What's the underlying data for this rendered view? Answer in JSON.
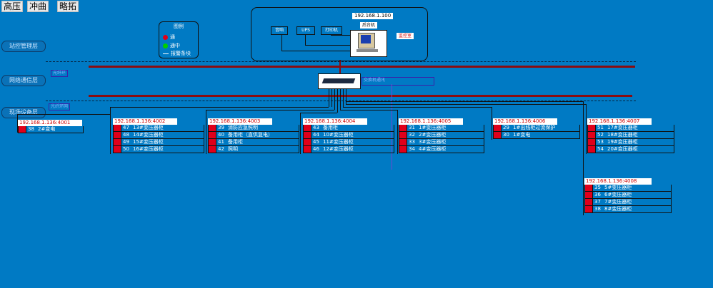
{
  "toolbar": {
    "btn1": "高压",
    "btn2": "冲曲",
    "btn3": "略拓"
  },
  "layers": {
    "management": "站控管理层",
    "network": "网络通信层",
    "device": "现场设备层"
  },
  "legend": {
    "title": "图例",
    "red_label": "通",
    "green_label": "通中",
    "line_label": "报警条块"
  },
  "control_room": {
    "server_ip": "192.168.1.100",
    "station_label": "后台机",
    "box1": "音响",
    "box2": "UPS",
    "box3": "打印机",
    "room_label": "监控室"
  },
  "switch": {
    "tag_left": "光纤环",
    "tag_right": "交换机通讯",
    "tag_lower": "光纤环网"
  },
  "stations": [
    {
      "ip": "192.168.1.136:4001",
      "rows": [
        {
          "num": "38",
          "label": "2#变电"
        }
      ]
    },
    {
      "ip": "192.168.1.136:4002",
      "rows": [
        {
          "num": "47",
          "label": "13#变压器柜"
        },
        {
          "num": "48",
          "label": "14#变压器柜"
        },
        {
          "num": "49",
          "label": "15#变压器柜"
        },
        {
          "num": "50",
          "label": "16#变压器柜"
        }
      ]
    },
    {
      "ip": "192.168.1.136:4003",
      "rows": [
        {
          "num": "39",
          "label": "消防应急照明"
        },
        {
          "num": "40",
          "label": "备用柜（直供复电）"
        },
        {
          "num": "41",
          "label": "备用柜"
        },
        {
          "num": "42",
          "label": "照明"
        }
      ]
    },
    {
      "ip": "192.168.1.136:4004",
      "rows": [
        {
          "num": "43",
          "label": "备用柜"
        },
        {
          "num": "44",
          "label": "10#变压器柜"
        },
        {
          "num": "45",
          "label": "11#变压器柜"
        },
        {
          "num": "46",
          "label": "12#变压器柜"
        }
      ]
    },
    {
      "ip": "192.168.1.136:4005",
      "rows": [
        {
          "num": "31",
          "label": "1#变压器柜"
        },
        {
          "num": "32",
          "label": "2#变压器柜"
        },
        {
          "num": "33",
          "label": "3#变压器柜"
        },
        {
          "num": "34",
          "label": "4#变压器柜"
        }
      ]
    },
    {
      "ip": "192.168.1.136:4006",
      "rows": [
        {
          "num": "29",
          "label": "1#出线柜过流保护"
        },
        {
          "num": "30",
          "label": "1#变电"
        }
      ]
    },
    {
      "ip": "192.168.1.136:4007",
      "rows": [
        {
          "num": "51",
          "label": "17#变压器柜"
        },
        {
          "num": "52",
          "label": "18#变压器柜"
        },
        {
          "num": "53",
          "label": "19#变压器柜"
        },
        {
          "num": "54",
          "label": "20#变压器柜"
        }
      ]
    },
    {
      "ip": "192.168.1.136:4008",
      "rows": [
        {
          "num": "35",
          "label": "5#变压器柜"
        },
        {
          "num": "36",
          "label": "6#变压器柜"
        },
        {
          "num": "37",
          "label": "7#变压器柜"
        },
        {
          "num": "38",
          "label": "8#变压器柜"
        }
      ]
    }
  ],
  "colors": {
    "background": "#007ac4",
    "bus": "#8a0c10",
    "status_red": "#e0001a",
    "status_green": "#00d000"
  }
}
